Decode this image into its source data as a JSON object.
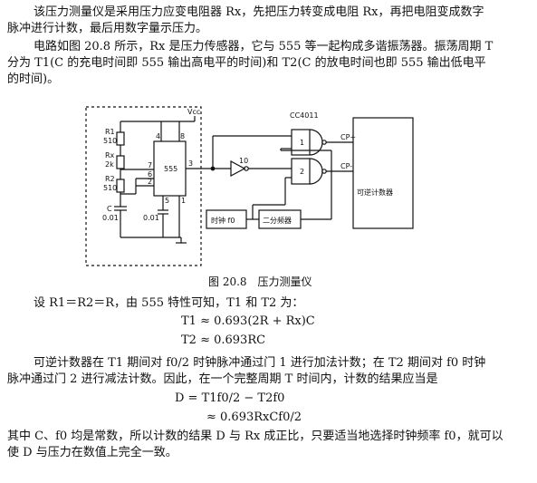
{
  "paragraph1": {
    "line1": "该压力测量仪是采用压力应变电阻器 Rx，先把压力转变成电阻 Rx，再把电阻变成数字",
    "line2": "脉冲进行计数，最后用数字量示压力。"
  },
  "paragraph2": {
    "line1": "电路如图 20.8 所示，Rx 是压力传感器，它与 555 等一起构成多谐振荡器。振荡周期 T",
    "line2": "分为 T1(C 的充电时间即 555 输出高电平的时间)和 T2(C 的放电时间也即 555 输出低电平",
    "line3": "的时间)。"
  },
  "diagram": {
    "vcc": "Vcc",
    "r1_label": "R1",
    "r1_value": "510",
    "rx_label": "Rx",
    "rx_value": "2k",
    "r2_label": "R2",
    "r2_value": "510",
    "c_label": "C",
    "c_value": "0.01",
    "c2_value": "0.01",
    "chip555": "555",
    "pin8": "8",
    "pin4": "4",
    "pin7": "7",
    "pin6": "6",
    "pin2": "2",
    "pin3": "3",
    "pin5": "5",
    "pin1": "1",
    "ic_label": "CC4011",
    "pin10": "10",
    "gate1": "1",
    "gate2": "2",
    "cp_plus": "CP+",
    "cp_minus": "CP-",
    "counter_label": "可逆计数器",
    "clock_label": "时钟 f0",
    "divider_label": "二分频器"
  },
  "figure_caption": "图 20.8　压力测量仪",
  "paragraph3": {
    "line1": "设 R1＝R2＝R，由 555 特性可知，T1 和 T2 为："
  },
  "equations": {
    "eq1": "T1 ≈ 0.693(2R + Rx)C",
    "eq2": "T2 ≈ 0.693RC"
  },
  "paragraph4": {
    "line1": "可逆计数器在 T1 期间对 f0/2 时钟脉冲通过门 1 进行加法计数；在 T2 期间对 f0 时钟",
    "line2": "脉冲通过门 2 进行减法计数。因此，在一个完整周期 T 时间内，计数的结果应当是"
  },
  "equations2": {
    "eq3": "D = T1f0/2 − T2f0",
    "eq4": "≈ 0.693RxCf0/2"
  },
  "paragraph5": {
    "line1": "其中 C、f0 均是常数，所以计数的结果 D 与 Rx 成正比，只要适当地选择时钟频率 f0，就可以",
    "line2": "使 D 与压力在数值上完全一致。"
  }
}
